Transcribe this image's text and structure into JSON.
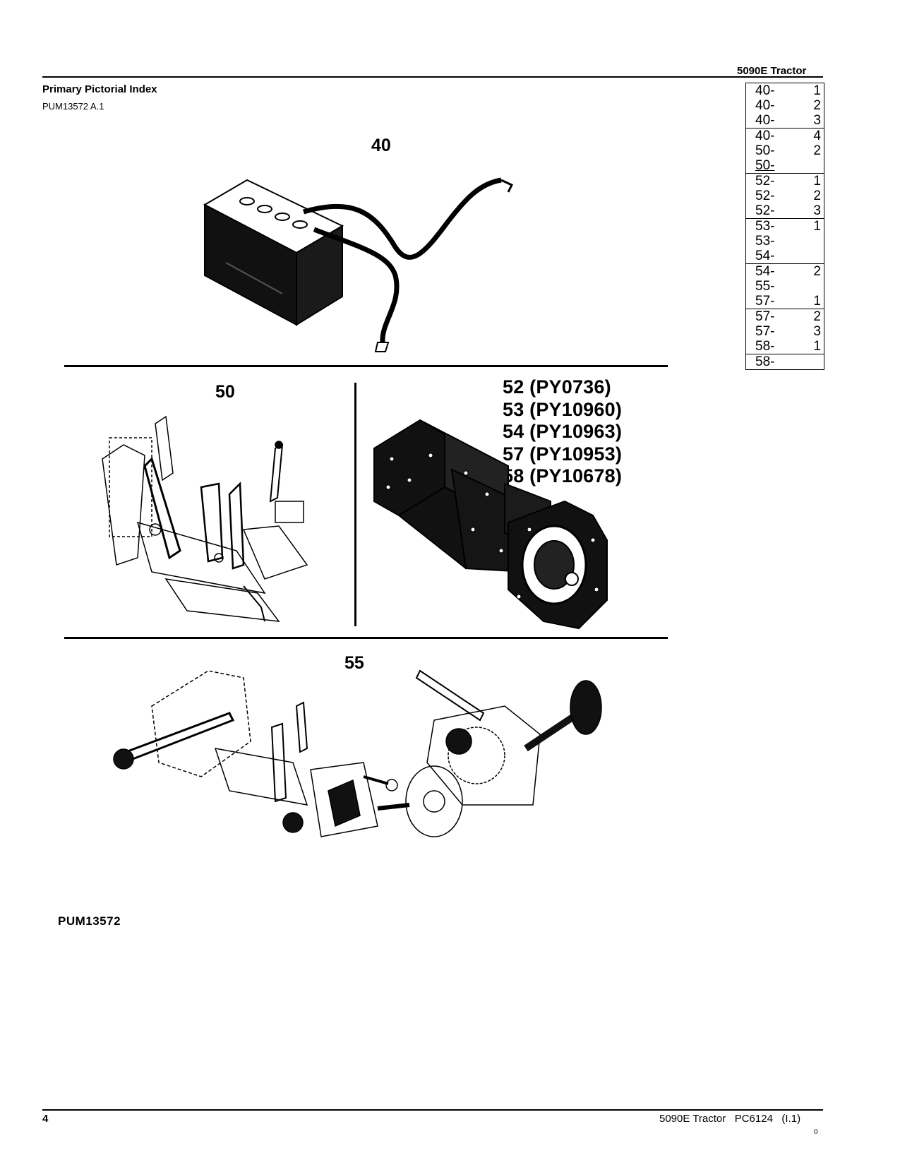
{
  "header": {
    "model_title": "5090E Tractor"
  },
  "section": {
    "title": "Primary Pictorial Index",
    "reference": "PUM13572 A.1"
  },
  "index_groups": [
    [
      {
        "ref": "40-",
        "num": "1"
      },
      {
        "ref": "40-",
        "num": "2"
      },
      {
        "ref": "40-",
        "num": "3"
      }
    ],
    [
      {
        "ref": "40-",
        "num": "4"
      },
      {
        "ref": "50-",
        "num": "2"
      },
      {
        "ref": "50-",
        "num": "",
        "ul": true
      }
    ],
    [
      {
        "ref": "52-",
        "num": "1"
      },
      {
        "ref": "52-",
        "num": "2"
      },
      {
        "ref": "52-",
        "num": "3"
      }
    ],
    [
      {
        "ref": "53-",
        "num": "1"
      },
      {
        "ref": "53-",
        "num": ""
      },
      {
        "ref": "54-",
        "num": ""
      }
    ],
    [
      {
        "ref": "54-",
        "num": "2"
      },
      {
        "ref": "55-",
        "num": ""
      },
      {
        "ref": "57-",
        "num": "1"
      }
    ],
    [
      {
        "ref": "57-",
        "num": "2"
      },
      {
        "ref": "57-",
        "num": "3"
      },
      {
        "ref": "58-",
        "num": "1"
      }
    ],
    [
      {
        "ref": "58-",
        "num": ""
      }
    ]
  ],
  "panels": {
    "battery": {
      "number": "40",
      "icon": "battery-cable-illustration"
    },
    "controls": {
      "number": "50",
      "icon": "control-linkage-illustration"
    },
    "transmission": {
      "icon": "transmission-case-illustration",
      "refs": [
        "52 (PY0736)",
        "53 (PY10960)",
        "54 (PY10963)",
        "57 (PY10953)",
        "58 (PY10678)"
      ]
    },
    "drivetrain": {
      "number": "55",
      "icon": "drivetrain-axle-illustration"
    }
  },
  "figure_id": "PUM13572",
  "footer": {
    "page": "4",
    "text": "5090E Tractor   PC6124   (I.1)",
    "revision": "0"
  }
}
